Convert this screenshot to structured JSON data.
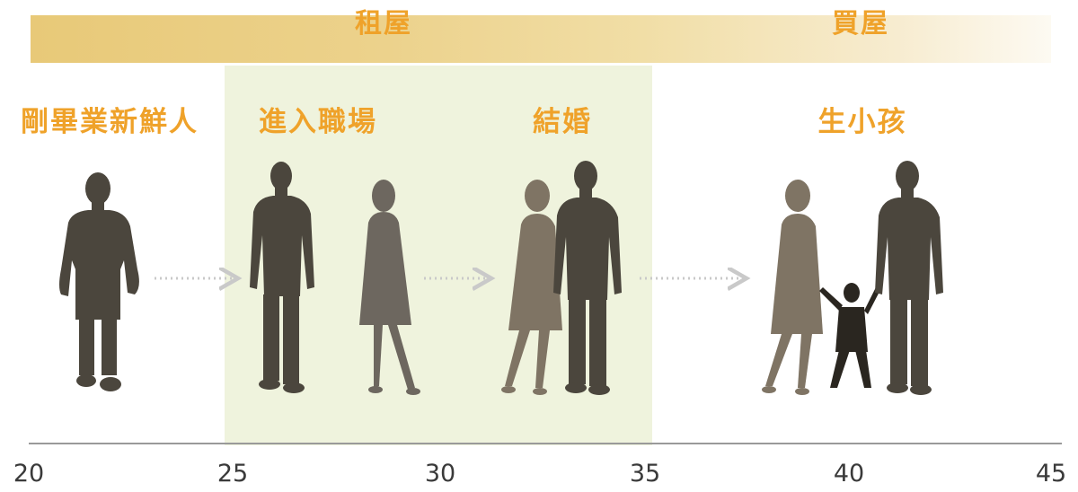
{
  "housing": {
    "rent_label": "租屋",
    "buy_label": "買屋"
  },
  "stages": [
    {
      "label": "剛畢業新鮮人"
    },
    {
      "label": "進入職場"
    },
    {
      "label": "結婚"
    },
    {
      "label": "生小孩"
    }
  ],
  "axis": {
    "ticks": [
      "20",
      "25",
      "30",
      "35",
      "40",
      "45"
    ]
  },
  "colors": {
    "accent_text": "#efa22a",
    "banner_gold": "#e8c978",
    "highlight_band": "#eff3dd",
    "male_silhouette": "#4b463d",
    "female_silhouette": "#7a6f60",
    "child_silhouette": "#2a2620",
    "axis": "#9a9a9a"
  },
  "icons": [
    "man-silhouette-icon",
    "woman-silhouette-icon",
    "couple-silhouette-icon",
    "child-silhouette-icon",
    "dotted-arrow-icon"
  ]
}
